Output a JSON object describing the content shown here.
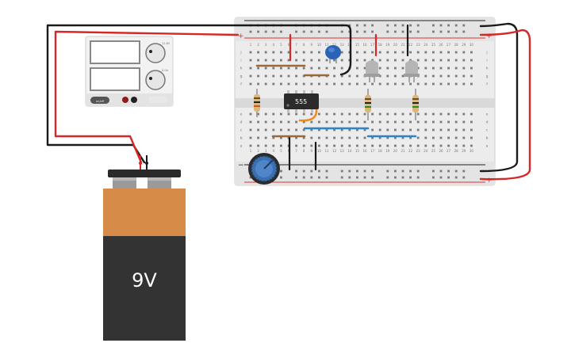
{
  "battery": {
    "label": "9V"
  },
  "power_supply": {
    "button_label": "on/off",
    "knob_labels": [
      "12.8V",
      "0.0A"
    ]
  },
  "chip": {
    "label": "555"
  },
  "breadboard": {
    "rail_plus": "+",
    "rail_minus": "−",
    "rows_top": [
      "j",
      "i",
      "h",
      "g",
      "f"
    ],
    "rows_bottom": [
      "e",
      "d",
      "c",
      "b",
      "a"
    ],
    "column_numbers": [
      "1",
      "2",
      "3",
      "4",
      "5",
      "6",
      "7",
      "8",
      "9",
      "10",
      "11",
      "12",
      "13",
      "14",
      "15",
      "16",
      "17",
      "18",
      "19",
      "20",
      "21",
      "22",
      "23",
      "24",
      "25",
      "26",
      "27",
      "28",
      "29",
      "30"
    ]
  },
  "colors": {
    "board": "#e9e9e9",
    "rail_red": "#d33",
    "rail_black": "#222",
    "wire_red": "#d62828",
    "wire_black": "#1a1a1a",
    "wire_blue": "#2a86c9",
    "wire_orange": "#f08a1c",
    "wire_brown": "#9b6a3c",
    "battery_orange": "#d78b48",
    "battery_body": "#333333",
    "capacitor_blue": "#2a63b5",
    "led_gray": "#b5b5b5",
    "pot_blue": "#3b6fae"
  },
  "icons": [
    "battery-icon",
    "power-supply-icon",
    "chip-icon",
    "potentiometer-icon",
    "led-icon",
    "resistor-icon",
    "capacitor-icon"
  ]
}
